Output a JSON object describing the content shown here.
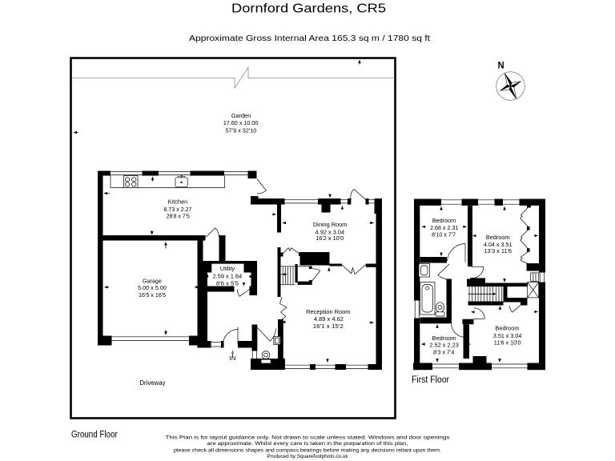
{
  "page": {
    "title": "Dornford Gardens, CR5",
    "subtitle": "Approximate Gross Internal Area  165.3 sq m / 1780 sq ft"
  },
  "colors": {
    "ink": "#000000",
    "paper": "#ffffff",
    "fence_line": "#999999"
  },
  "compass": {
    "north": "N"
  },
  "garden": {
    "name": "Garden",
    "metric": "17.60 x 10.00",
    "imperial": "57'9 x 32'10"
  },
  "driveway": {
    "name": "Driveway"
  },
  "entrance": {
    "label": "IN"
  },
  "ground_floor": {
    "label": "Ground Floor",
    "kitchen": {
      "name": "Kitchen",
      "metric": "8.73 x 2.27",
      "imperial": "28'8 x 7'5"
    },
    "garage": {
      "name": "Garage",
      "metric": "5.00 x 5.00",
      "imperial": "16'5 x 16'5"
    },
    "utility": {
      "name": "Utility",
      "metric": "2.59 x 1.64",
      "imperial": "8'6 x 5'5"
    },
    "dining_room": {
      "name": "Dining Room",
      "metric": "4.92 x 3.04",
      "imperial": "16'2 x 10'0"
    },
    "reception_room": {
      "name": "Reception Room",
      "metric": "4.89 x 4.62",
      "imperial": "16'1 x 15'2"
    }
  },
  "first_floor": {
    "label": "First Floor",
    "bedroom_front_left": {
      "name": "Bedroom",
      "metric": "2.68 x 2.31",
      "imperial": "8'10 x 7'7"
    },
    "bedroom_rear": {
      "name": "Bedroom",
      "metric": "4.04 x 3.51",
      "imperial": "13'3 x 11'6"
    },
    "bedroom_front_small": {
      "name": "Bedroom",
      "metric": "2.52 x 2.23",
      "imperial": "8'3 x 7'4"
    },
    "bedroom_front_right": {
      "name": "Bedroom",
      "metric": "3.51 x 3.04",
      "imperial": "11'6 x 10'0"
    }
  },
  "disclaimer": {
    "line1": "This Plan is for layout guidance only. Not drawn to scale unless stated. Windows and door openings",
    "line2": "are approximate. Whilst every care is taken in the preparation of this plan,",
    "line3": "please check all dimensions shapes and compass bearings before making any decisions reliant upon them.",
    "line4": "Produced by Squarefootphoto.co.uk"
  }
}
